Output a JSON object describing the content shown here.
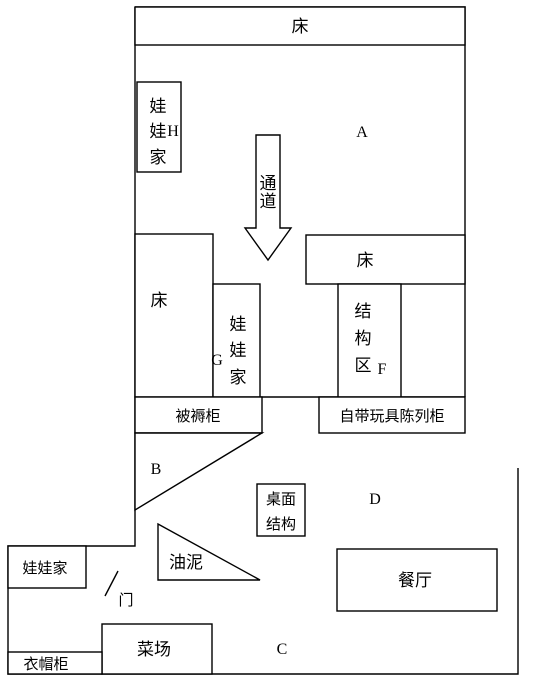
{
  "labels": {
    "bed_top": "床",
    "doll_house_h_1": "娃",
    "doll_house_h_2": "娃",
    "doll_house_h_3": "家",
    "letter_h": "H",
    "letter_a": "A",
    "passage_1": "通",
    "passage_2": "道",
    "bed_left": "床",
    "doll_house_g_1": "娃",
    "doll_house_g_2": "娃",
    "doll_house_g_3": "家",
    "letter_g": "G",
    "bed_right": "床",
    "structure_area_1": "结",
    "structure_area_2": "构",
    "structure_area_3": "区",
    "letter_f": "F",
    "bedding_cabinet": "被褥柜",
    "toy_cabinet": "自带玩具陈列柜",
    "letter_b": "B",
    "letter_d": "D",
    "tabletop_structure_1": "桌面",
    "tabletop_structure_2": "结构",
    "clay": "油泥",
    "doll_house_left": "娃娃家",
    "door": "门",
    "dining_hall": "餐厅",
    "vegetable_field": "菜场",
    "letter_c": "C",
    "coat_cabinet": "衣帽柜"
  }
}
